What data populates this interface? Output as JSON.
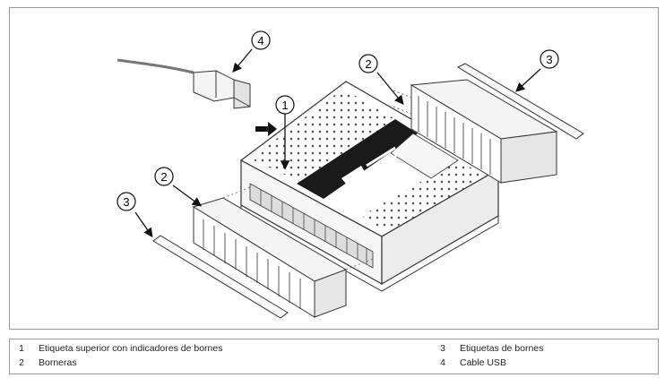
{
  "callouts": [
    {
      "id": "c1",
      "label": "1"
    },
    {
      "id": "c2a",
      "label": "2"
    },
    {
      "id": "c2b",
      "label": "2"
    },
    {
      "id": "c3a",
      "label": "3"
    },
    {
      "id": "c3b",
      "label": "3"
    },
    {
      "id": "c4",
      "label": "4"
    }
  ],
  "legend": [
    {
      "num": "1",
      "text": "Etiqueta superior con indicadores de bornes"
    },
    {
      "num": "2",
      "text": "Borneras"
    },
    {
      "num": "3",
      "text": "Etiquetas de bornes"
    },
    {
      "num": "4",
      "text": "Cable USB"
    }
  ]
}
